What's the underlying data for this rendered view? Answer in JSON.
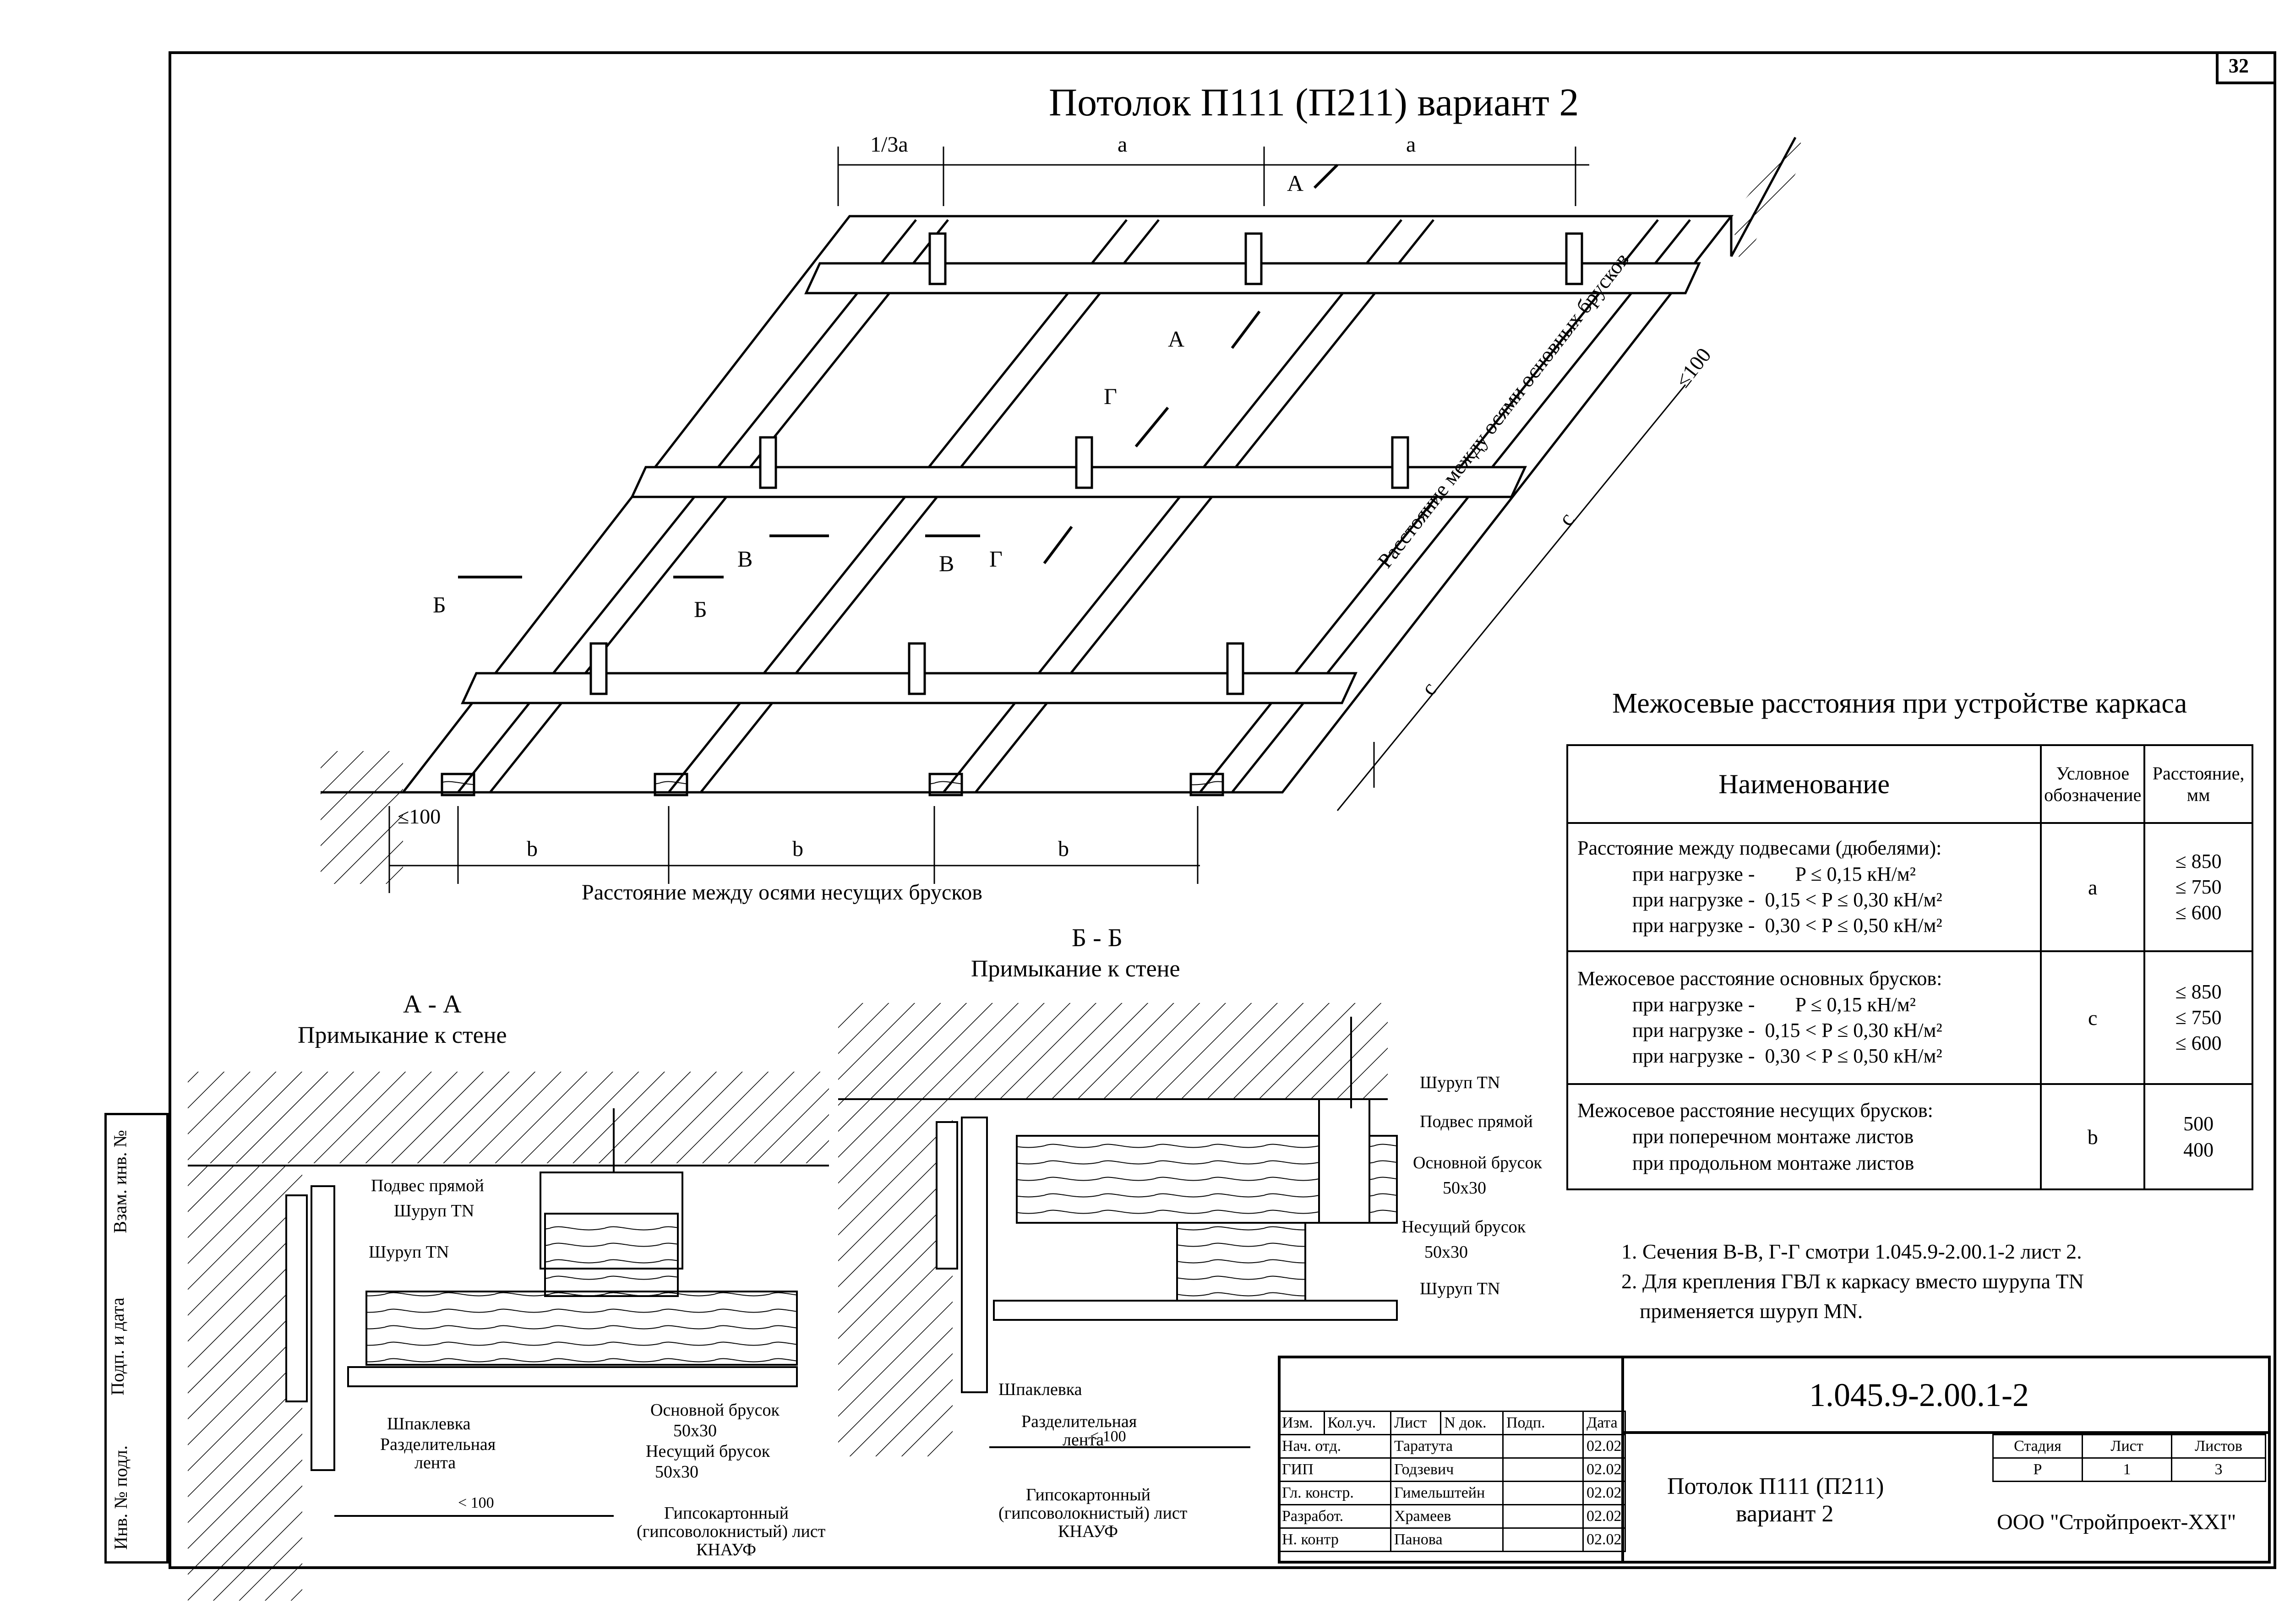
{
  "sheet_number": "32",
  "title": "Потолок П111 (П211) вариант 2",
  "plan": {
    "dim_top": [
      "1/3a",
      "a",
      "a"
    ],
    "dim_bottom_first": "≤100",
    "dim_bottom": [
      "b",
      "b",
      "b"
    ],
    "bottom_caption": "Расстояние между осями несущих брусков",
    "dim_right": "≤100",
    "dim_right_c": [
      "c",
      "c"
    ],
    "right_caption": "Расстояние между осями основных брусков",
    "section_marks": [
      "А",
      "А",
      "Г",
      "Г",
      "Б",
      "Б",
      "В",
      "В"
    ]
  },
  "section_aa": {
    "title": "А - А",
    "subtitle": "Примыкание к стене",
    "labels": [
      "Подвес прямой",
      "Шуруп TN",
      "Шуруп TN",
      "Шпаклевка",
      "Разделительная",
      "лента",
      "Основной брусок",
      "50x30",
      "Несущий брусок",
      "50x30",
      "Гипсокартонный",
      "(гипсоволокнистый) лист",
      "КНАУФ"
    ],
    "dim": "< 100"
  },
  "section_bb": {
    "title": "Б - Б",
    "subtitle": "Примыкание к стене",
    "labels": [
      "Шуруп TN",
      "Подвес прямой",
      "Основной брусок",
      "50x30",
      "Несущий брусок",
      "50x30",
      "Шуруп TN",
      "Шпаклевка",
      "Разделительная",
      "лента",
      "Гипсокартонный",
      "(гипсоволокнистый) лист",
      "КНАУФ"
    ],
    "dim": "< 100"
  },
  "spacing_table": {
    "title": "Межосевые расстояния при устройстве каркаса",
    "headers": [
      "Наименование",
      "Условное обозначение",
      "Расстояние, мм"
    ],
    "rows": [
      {
        "name": "Расстояние между подвесами (дюбелями):",
        "lines": [
          "при нагрузке -        P ≤ 0,15 кН/м²",
          "при нагрузке -  0,15 < P ≤ 0,30 кН/м²",
          "при нагрузке -  0,30 < P ≤ 0,50 кН/м²"
        ],
        "symbol": "a",
        "values": [
          "≤ 850",
          "≤ 750",
          "≤ 600"
        ]
      },
      {
        "name": "Межосевое расстояние основных брусков:",
        "lines": [
          "при нагрузке -        P ≤ 0,15 кН/м²",
          "при нагрузке -  0,15 < P ≤ 0,30 кН/м²",
          "при нагрузке -  0,30 < P ≤ 0,50 кН/м²"
        ],
        "symbol": "c",
        "values": [
          "≤ 850",
          "≤ 750",
          "≤ 600"
        ]
      },
      {
        "name": "Межосевое расстояние несущих брусков:",
        "lines": [
          "при поперечном монтаже листов",
          "при продольном монтаже листов"
        ],
        "symbol": "b",
        "values": [
          "500",
          "400"
        ]
      }
    ]
  },
  "notes": [
    "1. Сечения В-В, Г-Г смотри 1.045.9-2.00.1-2 лист 2.",
    "2. Для крепления ГВЛ к каркасу вместо шурупа TN",
    "применяется шуруп MN."
  ],
  "side_stamp": [
    "Взам. инв. №",
    "Подп. и дата",
    "Инв. № подл."
  ],
  "title_block": {
    "code": "1.045.9-2.00.1-2",
    "name_line1": "Потолок П111 (П211)",
    "name_line2": "вариант 2",
    "headers": [
      "Изм.",
      "Кол.уч.",
      "Лист",
      "N док.",
      "Подп.",
      "Дата"
    ],
    "people": [
      {
        "role": "Нач. отд.",
        "name": "Таратута",
        "date": "02.02"
      },
      {
        "role": "ГИП",
        "name": "Годзевич",
        "date": "02.02"
      },
      {
        "role": "Гл. констр.",
        "name": "Гимельштейн",
        "date": "02.02"
      },
      {
        "role": "Разработ.",
        "name": "Храмеев",
        "date": "02.02"
      },
      {
        "role": "Н. контр",
        "name": "Панова",
        "date": "02.02"
      }
    ],
    "stage_headers": [
      "Стадия",
      "Лист",
      "Листов"
    ],
    "stage_values": [
      "Р",
      "1",
      "3"
    ],
    "company": "ООО \"Стройпроект-XXI\""
  }
}
